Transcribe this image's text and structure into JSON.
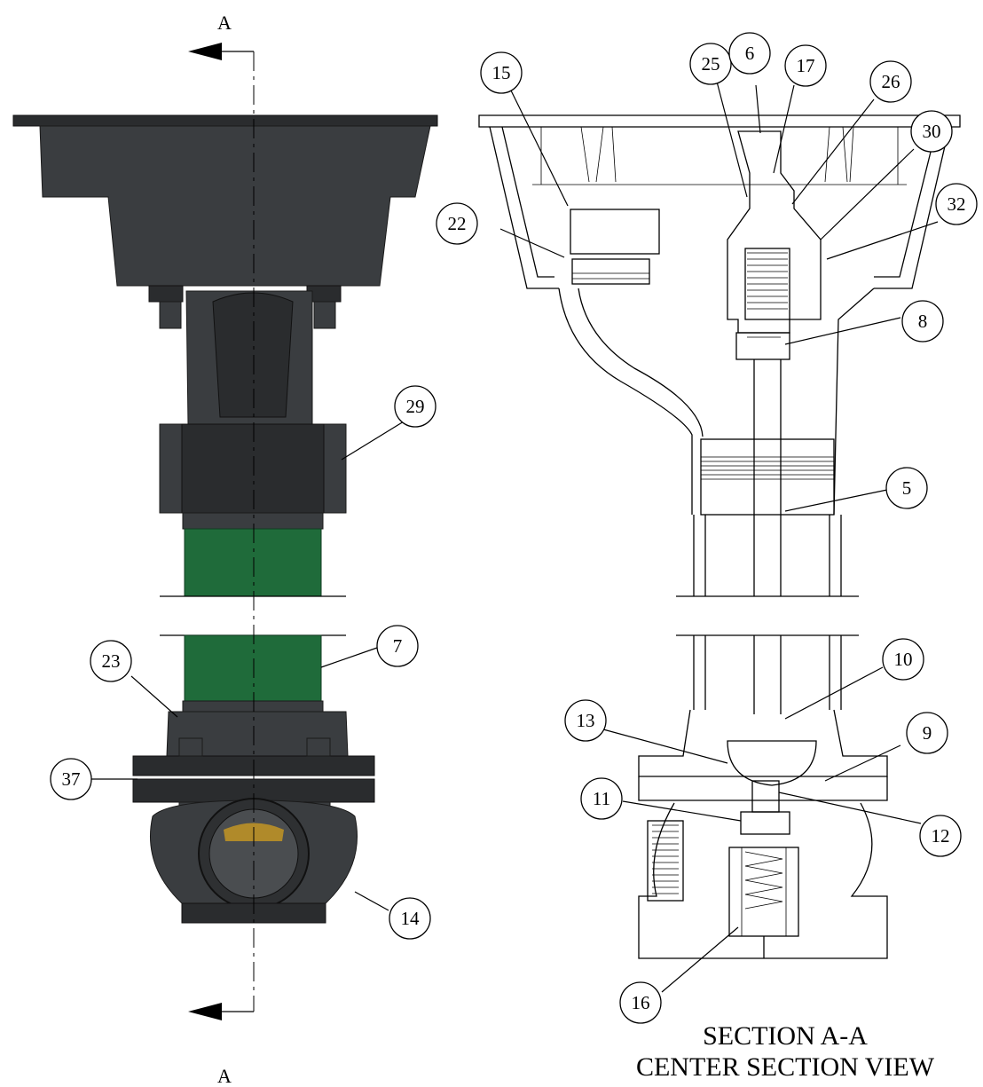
{
  "section_marker": {
    "top_letter": "A",
    "bottom_letter": "A"
  },
  "callouts": [
    {
      "id": "c15",
      "label": "15"
    },
    {
      "id": "c25",
      "label": "25"
    },
    {
      "id": "c6",
      "label": "6"
    },
    {
      "id": "c17",
      "label": "17"
    },
    {
      "id": "c26",
      "label": "26"
    },
    {
      "id": "c30",
      "label": "30"
    },
    {
      "id": "c22",
      "label": "22"
    },
    {
      "id": "c32",
      "label": "32"
    },
    {
      "id": "c8",
      "label": "8"
    },
    {
      "id": "c29",
      "label": "29"
    },
    {
      "id": "c5",
      "label": "5"
    },
    {
      "id": "c7",
      "label": "7"
    },
    {
      "id": "c23",
      "label": "23"
    },
    {
      "id": "c10",
      "label": "10"
    },
    {
      "id": "c13",
      "label": "13"
    },
    {
      "id": "c9",
      "label": "9"
    },
    {
      "id": "c37",
      "label": "37"
    },
    {
      "id": "c11",
      "label": "11"
    },
    {
      "id": "c12",
      "label": "12"
    },
    {
      "id": "c14",
      "label": "14"
    },
    {
      "id": "c16",
      "label": "16"
    }
  ],
  "caption": {
    "line1": "SECTION A-A",
    "line2": "CENTER SECTION VIEW"
  }
}
